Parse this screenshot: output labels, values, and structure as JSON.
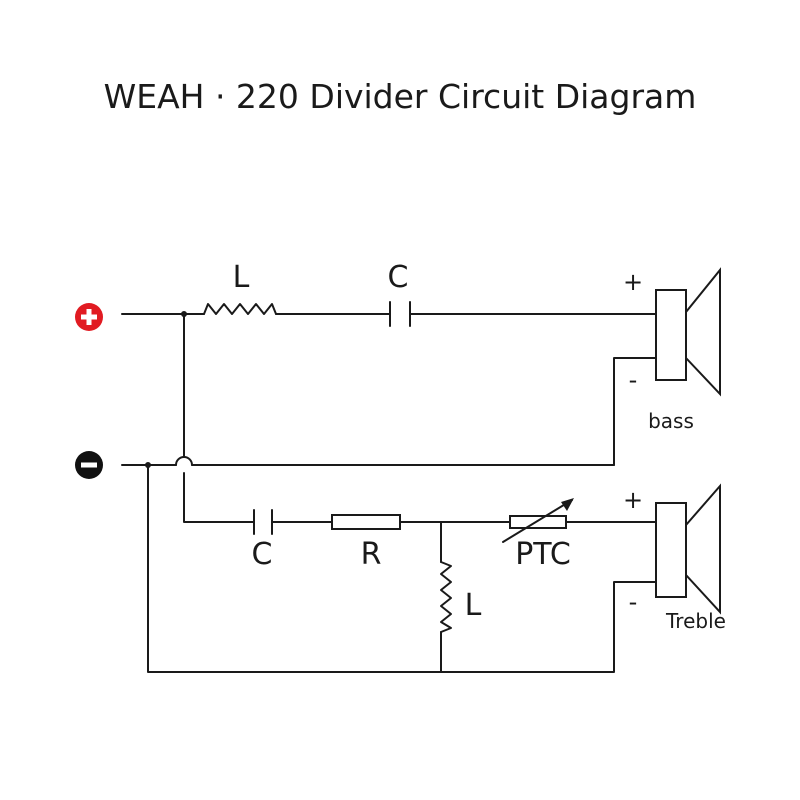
{
  "title": "WEAH · 220 Divider Circuit Diagram",
  "terminals": {
    "positive": {
      "symbol": "+",
      "color": "#e11b22"
    },
    "negative": {
      "symbol": "−",
      "color": "#111111"
    }
  },
  "bass_branch": {
    "inductor_label": "L",
    "capacitor_label": "C"
  },
  "treble_branch": {
    "capacitor_label": "C",
    "resistor_label": "R",
    "inductor_label": "L",
    "ptc_label": "PTC"
  },
  "speakers": {
    "bass": {
      "label": "bass",
      "plus": "+",
      "minus": "-"
    },
    "treble": {
      "label": "Treble",
      "plus": "+",
      "minus": "-"
    }
  },
  "colors": {
    "line": "#1a1a1a",
    "positive_terminal": "#e11b22",
    "negative_terminal": "#111111"
  }
}
